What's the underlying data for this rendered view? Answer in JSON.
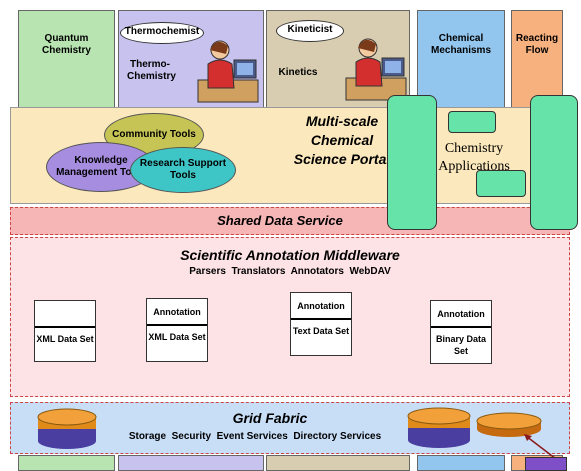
{
  "top_columns": [
    {
      "id": "quantum",
      "label": "Quantum Chemistry",
      "color": "#b7e4b0"
    },
    {
      "id": "thermo",
      "label": "Thermo- Chemistry",
      "color": "#c7c2ee"
    },
    {
      "id": "kinetics",
      "label": "Kinetics",
      "color": "#d9cdb1"
    },
    {
      "id": "mechanisms",
      "label": "Chemical Mechanisms",
      "color": "#93c6ee"
    },
    {
      "id": "reacting",
      "label": "Reacting Flow",
      "color": "#f7b17f"
    }
  ],
  "bubbles": {
    "thermochemist": "Thermochemist",
    "kineticist": "Kineticist"
  },
  "portal": {
    "title": "Multi-scale Chemical Science Portal",
    "tools": {
      "community": "Community Tools",
      "knowledge": "Knowledge Management Tools",
      "research": "Research Support Tools"
    },
    "chem_apps": "Chemistry Applications"
  },
  "shared_data": {
    "title": "Shared Data Service"
  },
  "middleware": {
    "title": "Scientific Annotation Middleware",
    "subtitle": "Parsers  Translators  Annotators  WebDAV",
    "docs": [
      {
        "header": "",
        "body": "XML Data Set"
      },
      {
        "header": "Annotation",
        "body": "XML Data Set"
      },
      {
        "header": "Annotation",
        "body": "Text Data Set"
      },
      {
        "header": "Annotation",
        "body": "Binary Data Set"
      }
    ]
  },
  "grid": {
    "title": "Grid Fabric",
    "services": "Storage  Security  Event Services  Directory Services"
  },
  "colors": {
    "portal_bg": "#fbe8bd",
    "shared_bg": "#f7b6b6",
    "middleware_bg": "#fde3e6",
    "grid_bg": "#c8def7",
    "green_box": "#66e3a8",
    "purple_tool": "#a78de0",
    "olive_tool": "#c6c455",
    "teal_tool": "#3ec6c6"
  }
}
